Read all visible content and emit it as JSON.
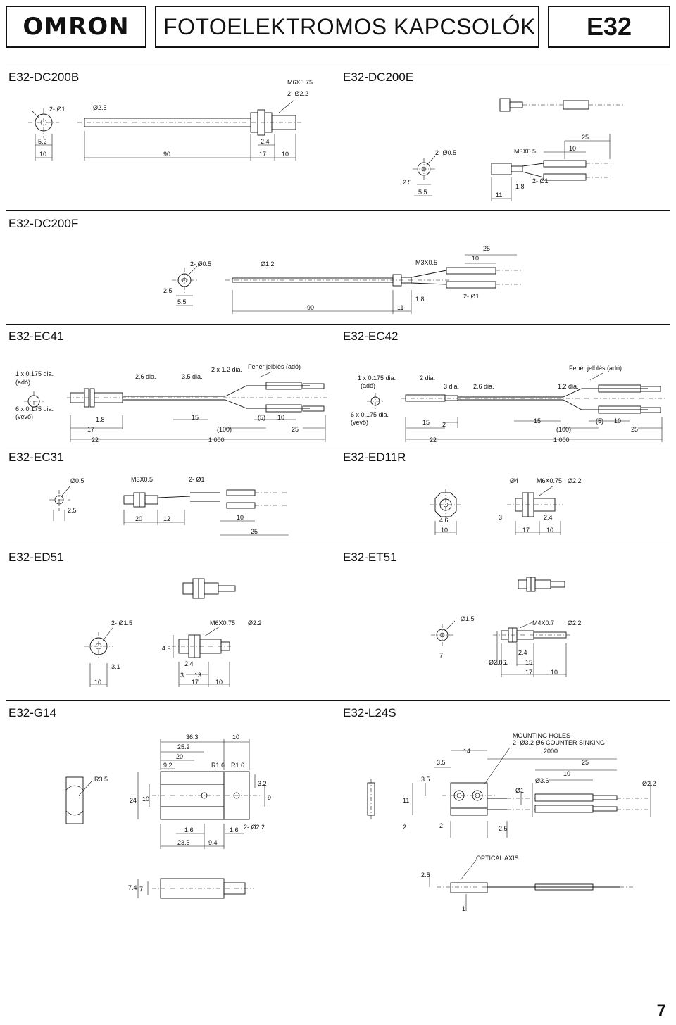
{
  "header": {
    "logo": "OMRON",
    "title": "FOTOELEKTROMOS KAPCSOLÓK",
    "model": "E32"
  },
  "sections": {
    "dc200b": "E32-DC200B",
    "dc200e": "E32-DC200E",
    "dc200f": "E32-DC200F",
    "ec41": "E32-EC41",
    "ec42": "E32-EC42",
    "ec31": "E32-EC31",
    "ed11r": "E32-ED11R",
    "ed51": "E32-ED51",
    "et51": "E32-ET51",
    "g14": "E32-G14",
    "l24s": "E32-L24S"
  },
  "dims": {
    "dc200b": [
      "2- Ø1",
      "Ø2.5",
      "M6X0.75",
      "2- Ø2.2",
      "5.2",
      "2.4",
      "10",
      "90",
      "17",
      "10"
    ],
    "dc200e": [
      "2- Ø0.5",
      "M3X0.5",
      "25",
      "10",
      "2.5",
      "5.5",
      "11",
      "1.8",
      "2- Ø1"
    ],
    "dc200f": [
      "2- Ø0.5",
      "Ø1.2",
      "M3X0.5",
      "25",
      "10",
      "2.5",
      "5.5",
      "90",
      "11",
      "1.8",
      "2- Ø1"
    ],
    "ec41": [
      "1 x 0.175 dia.",
      "(adó)",
      "2,6 dia.",
      "3.5 dia.",
      "2 x 1.2 dia.",
      "Fehér jelölés (adó)",
      "6 x 0.175 dia.",
      "(vevő)",
      "1.8",
      "15",
      "(5)",
      "10",
      "17",
      "(100)",
      "25",
      "22",
      "1 000"
    ],
    "ec42": [
      "1 x 0.175 dia.",
      "(adó)",
      "2 dia.",
      "3 dia.",
      "2.6 dia.",
      "Fehér jelölés (adó)",
      "1.2 dia.",
      "6 x 0.175 dia.",
      "(vevő)",
      "15",
      "2",
      "15",
      "(5)",
      "10",
      "(100)",
      "25",
      "22",
      "1 000"
    ],
    "ec31": [
      "Ø0.5",
      "M3X0.5",
      "2- Ø1",
      "2.5",
      "20",
      "12",
      "10",
      "25"
    ],
    "ed11r": [
      "Ø4",
      "M6X0.75",
      "Ø2.2",
      "4.6",
      "3",
      "2.4",
      "10",
      "17",
      "10"
    ],
    "ed51": [
      "2- Ø1.5",
      "M6X0.75",
      "Ø2.2",
      "4.9",
      "3.1",
      "2.4",
      "3",
      "13",
      "10",
      "17",
      "10"
    ],
    "et51": [
      "Ø1.5",
      "M4X0.7",
      "Ø2.2",
      "7",
      "Ø2.85",
      "2.4",
      "1",
      "15",
      "17",
      "10"
    ],
    "g14": [
      "36.3",
      "10",
      "25.2",
      "20",
      "9.2",
      "R1.6",
      "R1.6",
      "R3.5",
      "24",
      "10",
      "3.2",
      "9",
      "1.6",
      "1.6",
      "2- Ø2.2",
      "23.5",
      "9.4",
      "7.4",
      "7"
    ],
    "l24s": [
      "MOUNTING HOLES",
      "2- Ø3.2  Ø6 COUNTER SINKING",
      "14",
      "2000",
      "3.5",
      "25",
      "3.5",
      "10",
      "11",
      "Ø1",
      "Ø3.6",
      "Ø2.2",
      "2",
      "2",
      "2.5",
      "OPTICAL AXIS",
      "2.5",
      "1"
    ]
  },
  "footer": {
    "page": "7"
  }
}
